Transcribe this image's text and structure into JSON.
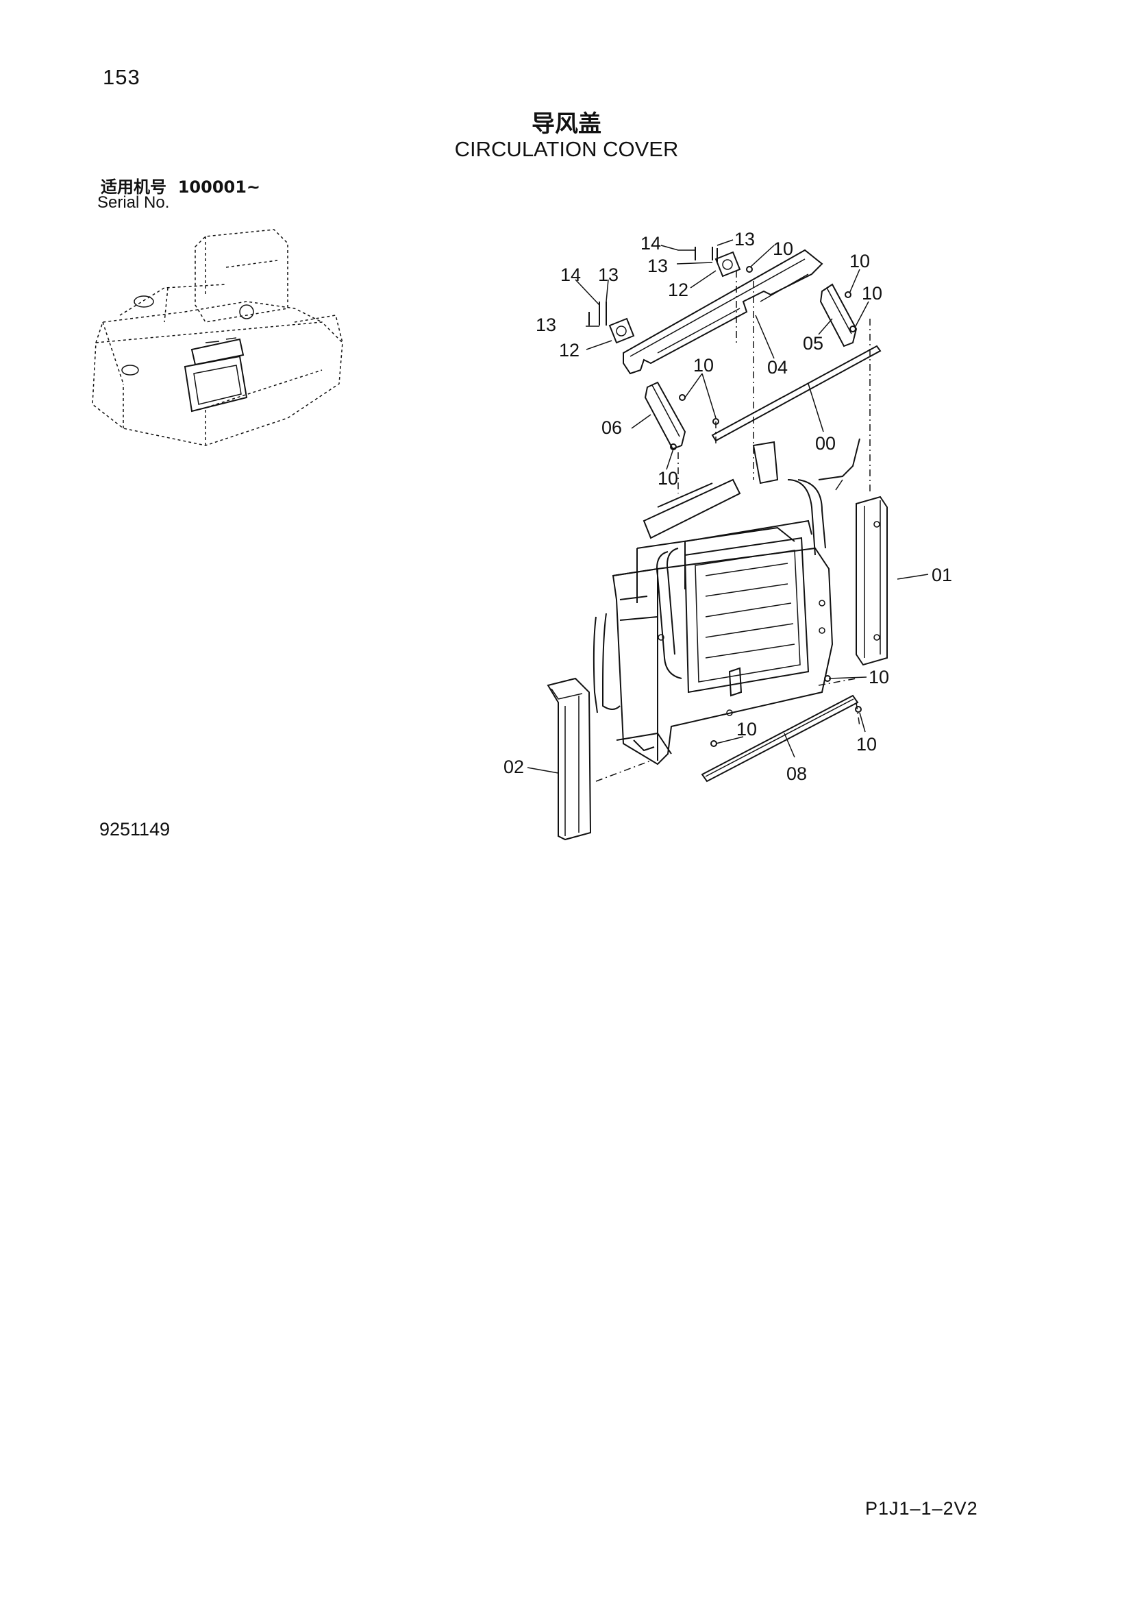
{
  "page_number": "153",
  "title_cn": "导风盖",
  "title_en": "CIRCULATION COVER",
  "serial": {
    "label_cn": "适用机号",
    "value": "100001~",
    "label_en": "Serial No."
  },
  "drawing_number": "9251149",
  "page_code": "P1J1–1–2V2",
  "callouts": {
    "c14a": "14",
    "c13a": "13",
    "c13b": "13",
    "c12a": "12",
    "c14b": "14",
    "c13c": "13",
    "c13d": "13",
    "c12b": "12",
    "c10a": "10",
    "c10b": "10",
    "c10c": "10",
    "c05": "05",
    "c04": "04",
    "c10d": "10",
    "c06": "06",
    "c00": "00",
    "c10e": "10",
    "c01": "01",
    "c10f": "10",
    "c10g": "10",
    "c10h": "10",
    "c02": "02",
    "c08": "08"
  }
}
